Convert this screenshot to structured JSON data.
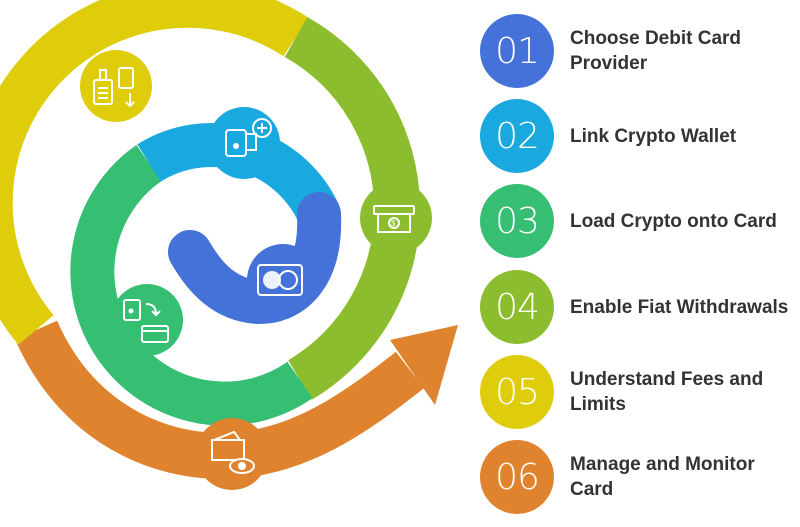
{
  "steps": [
    {
      "number": "01",
      "label": "Choose Debit Card Provider",
      "color": "#4472d8",
      "icon": "card-selection-icon"
    },
    {
      "number": "02",
      "label": "Link Crypto Wallet",
      "color": "#1aa9df",
      "icon": "wallet-add-icon"
    },
    {
      "number": "03",
      "label": "Load Crypto onto Card",
      "color": "#36be73",
      "icon": "wallet-to-card-icon"
    },
    {
      "number": "04",
      "label": "Enable Fiat Withdrawals",
      "color": "#8bbd2e",
      "icon": "cash-withdrawal-icon"
    },
    {
      "number": "05",
      "label": "Understand Fees and Limits",
      "color": "#dfcd0c",
      "icon": "fees-receipt-icon"
    },
    {
      "number": "06",
      "label": "Manage and Monitor Card",
      "color": "#e0832e",
      "icon": "wallet-monitor-icon"
    }
  ]
}
